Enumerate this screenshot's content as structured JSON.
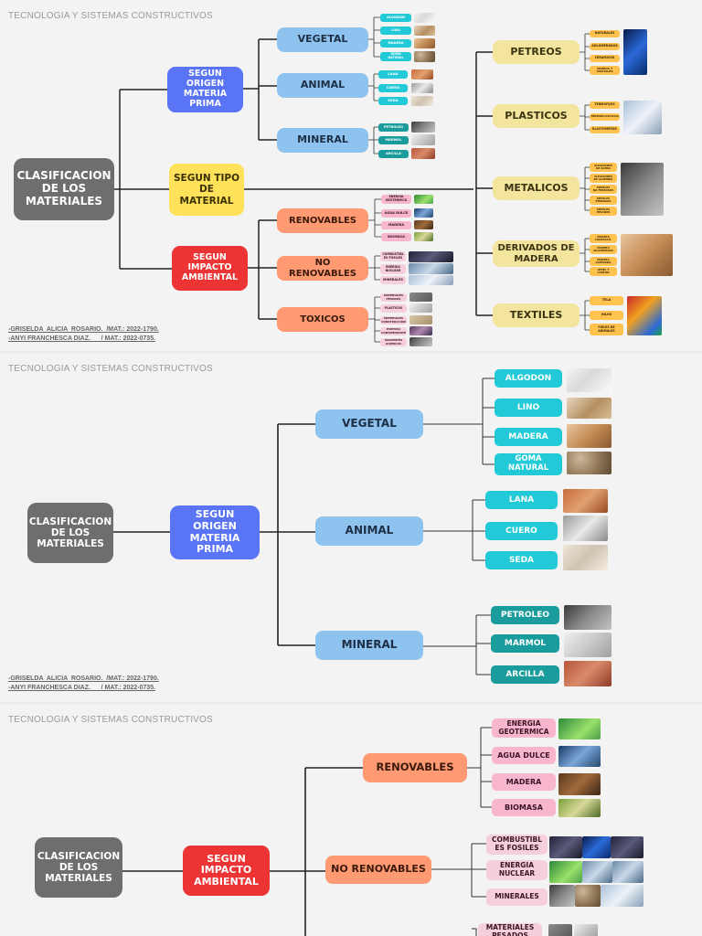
{
  "header": "TECNOLOGIA Y SISTEMAS CONSTRUCTIVOS",
  "authors": [
    "-GRISELDA  ALICIA  ROSARIO.  /MAT.: 2022-1790.",
    "-ANYI FRANCHESCA DIAZ.      / MAT.: 2022-0735."
  ],
  "root": "CLASIFICACION\nDE LOS\nMATERIALES",
  "level1": {
    "origen": "SEGUN ORIGEN\nMATERIA PRIMA",
    "tipo": "SEGUN TIPO\nDE MATERIAL",
    "impacto": "SEGUN\nIMPACTO\nAMBIENTAL"
  },
  "origen": {
    "vegetal": "VEGETAL",
    "animal": "ANIMAL",
    "mineral": "MINERAL",
    "vegetal_items": [
      "ALGODON",
      "LINO",
      "MADERA",
      "GOMA\nNATURAL"
    ],
    "animal_items": [
      "LANA",
      "CUERO",
      "SEDA"
    ],
    "mineral_items": [
      "PETROLEO",
      "MARMOL",
      "ARCILLA"
    ]
  },
  "impacto": {
    "renovables": "RENOVABLES",
    "no_renovables": "NO RENOVABLES",
    "toxicos": "TOXICOS",
    "renovables_items": [
      "ENERGIA\nGEOTERMICA",
      "AGUA DULCE",
      "MADERA",
      "BIOMASA"
    ],
    "no_renovables_items": [
      "COMBUSTIBL\nES FOSILES",
      "ENERGIA\nNUCLEAR",
      "MINERALES"
    ],
    "toxicos_items_p1": [
      "MATERIALES\nPESADOS",
      "PLASTICOS",
      "MATERIALES\nCONSTRUCCION",
      "PINTURA\nCONTAMINANTE",
      "SOLVENTES\nQUIMICOS"
    ],
    "toxicos_p3_item": "MATERIALES\nPESADOS"
  },
  "tipo": {
    "petreos": "PETREOS",
    "plasticos": "PLASTICOS",
    "metalicos": "METALICOS",
    "derivados": "DERIVADOS DE\nMADERA",
    "textiles": "TEXTILES",
    "petreos_items": [
      "NATURALES",
      "AGLOMERADOS",
      "CERAMICOS",
      "VIDRIOS Y\nCRISTALES"
    ],
    "plasticos_items": [
      "TERMOFIJOS",
      "TERMOPLASTICOS",
      "ELASTOMEROS"
    ],
    "metalicos_items": [
      "ALEACIONES\nDE ACERO",
      "ALEACIONES\nDE ALUMINIO",
      "METALES\nNO FERROSOS",
      "METALES\nFERROSOS",
      "METALES\nPESADOS"
    ],
    "derivados_items": [
      "MADERA\nCONTRACH.",
      "MADERA\nAGLOMERADA",
      "MADERA\nLAMINADA",
      "PAPEL Y\nCARTON"
    ],
    "textiles_items": [
      "TELA",
      "HILOS",
      "PIELES DE\nANIMALES"
    ]
  },
  "colors": {
    "root": "#6e6e6e",
    "origen": "#5a74f6",
    "tipo": "#ffe25a",
    "impacto": "#ec3434",
    "origen_sub": "#8ec2ef",
    "impacto_sub": "#ff9a72",
    "tipo_sub": "#f3e49e",
    "vegetal_animal_items": "#22c9d6",
    "mineral_items": "#1a9c9c",
    "renovables_items": "#f7b6cd",
    "tipo_items": "#ffc24e"
  }
}
